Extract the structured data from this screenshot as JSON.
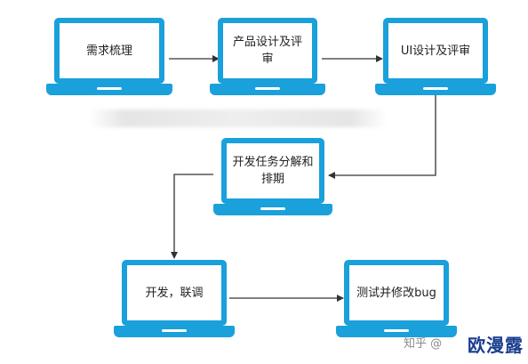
{
  "diagram": {
    "nodes": [
      {
        "id": "req",
        "label": "需求梳理"
      },
      {
        "id": "prod",
        "label": "产品设计及评审"
      },
      {
        "id": "ui",
        "label": "UI设计及评审"
      },
      {
        "id": "dev_plan",
        "label": "开发任务分解和排期"
      },
      {
        "id": "dev",
        "label": "开发，联调"
      },
      {
        "id": "test",
        "label": "测试并修改bug"
      }
    ],
    "edges": [
      {
        "from": "req",
        "to": "prod"
      },
      {
        "from": "prod",
        "to": "ui"
      },
      {
        "from": "ui",
        "to": "dev_plan"
      },
      {
        "from": "dev_plan",
        "to": "dev"
      },
      {
        "from": "dev",
        "to": "test"
      }
    ]
  },
  "watermark": {
    "source": "知乎 @",
    "brand": "欧漫露"
  },
  "colors": {
    "laptop": "#1aa0db",
    "arrow": "#333333",
    "brand": "#1a3d8f"
  }
}
